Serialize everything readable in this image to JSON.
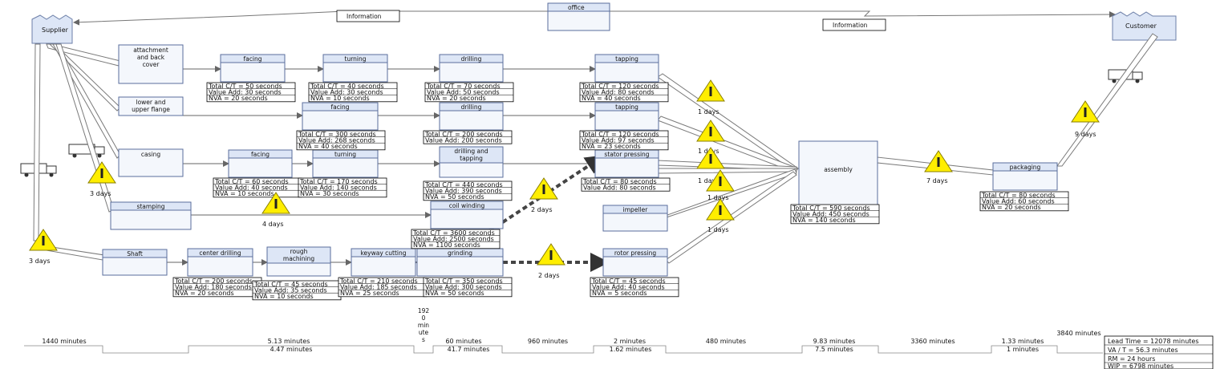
{
  "entities": {
    "supplier": "Supplier",
    "customer": "Customer",
    "office": "office",
    "info_left": "Information",
    "info_right": "Information"
  },
  "processes": [
    {
      "id": "attachment",
      "label": [
        "attachment",
        "and back",
        "cover"
      ]
    },
    {
      "id": "lower_flange",
      "label": [
        "lower and",
        "upper flange"
      ]
    },
    {
      "id": "casing",
      "label": [
        "casing"
      ]
    },
    {
      "id": "stamping",
      "label": [
        "stamping"
      ]
    },
    {
      "id": "shaft",
      "label": [
        "Shaft"
      ]
    },
    {
      "id": "facing1",
      "label": [
        "facing"
      ]
    },
    {
      "id": "turning1",
      "label": [
        "turning"
      ]
    },
    {
      "id": "drilling1",
      "label": [
        "drilling"
      ]
    },
    {
      "id": "tapping1",
      "label": [
        "tapping"
      ]
    },
    {
      "id": "facing2",
      "label": [
        "facing"
      ]
    },
    {
      "id": "drilling2",
      "label": [
        "drilling"
      ]
    },
    {
      "id": "tapping2",
      "label": [
        "tapping"
      ]
    },
    {
      "id": "facing3",
      "label": [
        "facing"
      ]
    },
    {
      "id": "turning3",
      "label": [
        "turning"
      ]
    },
    {
      "id": "drilltap",
      "label": [
        "drilling and",
        "tapping"
      ]
    },
    {
      "id": "stator",
      "label": [
        "stator pressing"
      ]
    },
    {
      "id": "impeller",
      "label": [
        "impeller"
      ]
    },
    {
      "id": "coil",
      "label": [
        "coil winding"
      ]
    },
    {
      "id": "center",
      "label": [
        "center drilling"
      ]
    },
    {
      "id": "rough",
      "label": [
        "rough",
        "machining"
      ]
    },
    {
      "id": "keyway",
      "label": [
        "keyway cutting"
      ]
    },
    {
      "id": "grinding",
      "label": [
        "grinding"
      ]
    },
    {
      "id": "rotor",
      "label": [
        "rotor pressing"
      ]
    },
    {
      "id": "assembly",
      "label": [
        "assembly"
      ]
    },
    {
      "id": "packaging",
      "label": [
        "packaging"
      ]
    }
  ],
  "databoxes": [
    {
      "id": "facing1",
      "lines": [
        "Total C/T = 50 seconds",
        "Value Add: 30 seconds",
        "NVA = 20 seconds"
      ]
    },
    {
      "id": "turning1",
      "lines": [
        "Total C/T = 40 seconds",
        "Value Add: 30 seconds",
        "NVA = 10 seconds"
      ]
    },
    {
      "id": "drilling1",
      "lines": [
        "Total C/T = 70 seconds",
        "Value Add: 50 seconds",
        "NVA = 20 seconds"
      ]
    },
    {
      "id": "tapping1",
      "lines": [
        "Total C/T = 120 seconds",
        "Value Add: 80 seconds",
        "NVA = 40 seconds"
      ]
    },
    {
      "id": "facing2",
      "lines": [
        "Total C/T = 300 seconds",
        "Value Add: 268 seconds",
        "NVA = 40 seconds"
      ]
    },
    {
      "id": "drilling2",
      "lines": [
        "Total C/T = 200 seconds",
        "Value Add: 200 seconds"
      ]
    },
    {
      "id": "tapping2",
      "lines": [
        "Total C/T = 120 seconds",
        "Value Add: 97 seconds",
        "NVA = 23 seconds"
      ]
    },
    {
      "id": "facing3",
      "lines": [
        "Total C/T = 60 seconds",
        "Value Add: 40 seconds",
        "NVA = 10 seconds"
      ]
    },
    {
      "id": "turning3",
      "lines": [
        "Total C/T = 170 seconds",
        "Value Add: 140 seconds",
        "NVA = 30 seconds"
      ]
    },
    {
      "id": "drilltap",
      "lines": [
        "Total C/T = 440 seconds",
        "Value Add: 390 seconds",
        "NVA = 50 seconds"
      ]
    },
    {
      "id": "stator",
      "lines": [
        "Total C/T = 80 seconds",
        "Value Add: 80 seconds"
      ]
    },
    {
      "id": "coil",
      "lines": [
        "Total C/T = 3600 seconds",
        "Value Add: 2500 seconds",
        "NVA = 1100 seconds"
      ]
    },
    {
      "id": "center",
      "lines": [
        "Total C/T = 200 seconds",
        "Value Add: 180 seconds",
        "NVA = 20 seconds"
      ]
    },
    {
      "id": "rough",
      "lines": [
        "Total C/T = 45 seconds",
        "Value Add: 35 seconds",
        "NVA = 10 seconds"
      ]
    },
    {
      "id": "keyway",
      "lines": [
        "Total C/T = 210 seconds",
        "Value Add: 185 seconds",
        "NVA = 25 seconds"
      ]
    },
    {
      "id": "grinding",
      "lines": [
        "Total C/T = 350 seconds",
        "Value Add: 300 seconds",
        "NVA = 50 seconds"
      ]
    },
    {
      "id": "rotor",
      "lines": [
        "Total C/T = 45 seconds",
        "Value Add: 40 seconds",
        "NVA = 5 seconds"
      ]
    },
    {
      "id": "assembly",
      "lines": [
        "Total C/T = 590 seconds",
        "Value Add: 450 seconds",
        "NVA = 140 seconds"
      ]
    },
    {
      "id": "packaging",
      "lines": [
        "Total C/T = 80 seconds",
        "Value Add: 60 seconds",
        "NVA = 20 seconds"
      ]
    }
  ],
  "inventory": [
    {
      "id": "inv_casing",
      "label": "3 days"
    },
    {
      "id": "inv_shaft",
      "label": "3 days"
    },
    {
      "id": "inv_stamping",
      "label": "4 days"
    },
    {
      "id": "inv_coil",
      "label": "2 days"
    },
    {
      "id": "inv_grinding",
      "label": "2 days"
    },
    {
      "id": "inv_tap1",
      "label": "1 days"
    },
    {
      "id": "inv_tap2",
      "label": "1 days"
    },
    {
      "id": "inv_stator",
      "label": "1 days"
    },
    {
      "id": "inv_stator2",
      "label": "1 days"
    },
    {
      "id": "inv_impeller",
      "label": "1 days"
    },
    {
      "id": "inv_assembly",
      "label": "7 days"
    },
    {
      "id": "inv_customer",
      "label": "9 days"
    }
  ],
  "timeline": {
    "top": [
      "1440 minutes",
      "5.13 minutes",
      "60 minutes",
      "960 minutes",
      "2 minutes",
      "480 minutes",
      "9.83 minutes",
      "3360 minutes",
      "1.33 minutes",
      "3840 minutes"
    ],
    "bottom": [
      "4.47 minutes",
      "41.7 minutes",
      "1.62 minutes",
      "7.5 minutes",
      "1 minutes"
    ],
    "stacked": [
      "192",
      "0",
      "min",
      "ute",
      "s"
    ]
  },
  "summary": [
    "Lead Time = 12078 minutes",
    "VA / T = 56.3 minutes",
    "RM = 24 hours",
    "WIP = 6798 minutes"
  ],
  "colors": {
    "process_fill": "#f4f7fc",
    "process_head": "#dde6f6",
    "inventory": "#ffee00",
    "border": "#5a6e9c"
  }
}
